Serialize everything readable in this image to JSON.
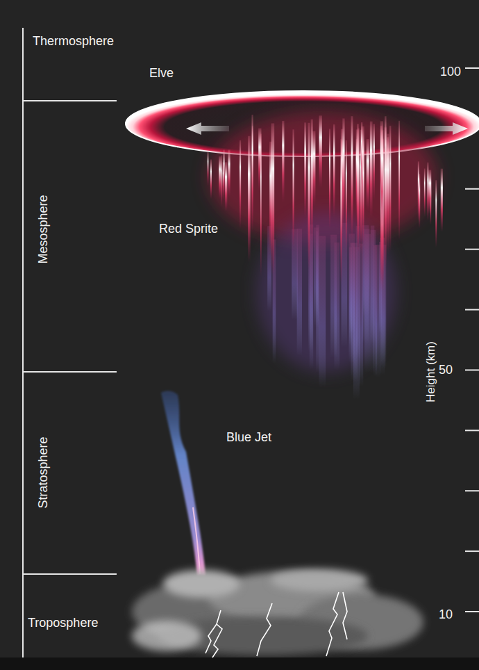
{
  "diagram": {
    "labels": [
      "Thermosphere",
      "Elve",
      "100",
      "Mesosphere",
      "Red Sprite",
      "Height (km)",
      "50",
      "Stratosphere",
      "Blue Jet",
      "Troposphere",
      "10"
    ]
  }
}
